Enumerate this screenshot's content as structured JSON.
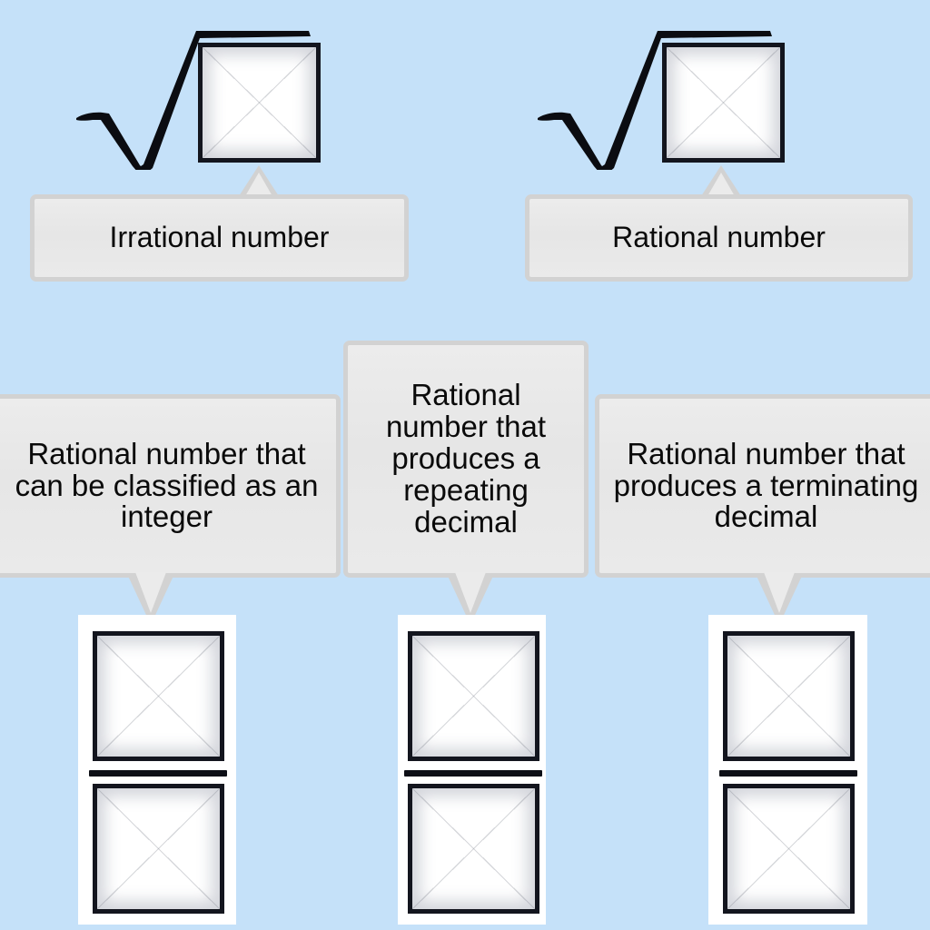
{
  "page": {
    "title": "Number Classification Worksheet",
    "background_color": "#c5e1f9",
    "bubble_fill_color": "#eaeaea",
    "bubble_border_color": "#d2d2d2",
    "box_border_color": "#13151e",
    "box_fill_color": "#ffffff",
    "text_color": "#0a0a0a"
  },
  "top_row": {
    "items": [
      {
        "symbol": "square-root-radical",
        "placeholder": "empty-answer-box",
        "label": "Irrational number"
      },
      {
        "symbol": "square-root-radical",
        "placeholder": "empty-answer-box",
        "label": "Rational number"
      }
    ]
  },
  "bottom_row": {
    "items": [
      {
        "label": "Rational number that can be classified as an integer",
        "expression": "fraction-template",
        "numerator": "empty-answer-box",
        "denominator": "empty-answer-box"
      },
      {
        "label": "Rational number that produces a repeating decimal",
        "expression": "fraction-template",
        "numerator": "empty-answer-box",
        "denominator": "empty-answer-box"
      },
      {
        "label": "Rational number that produces a terminating decimal",
        "expression": "fraction-template",
        "numerator": "empty-answer-box",
        "denominator": "empty-answer-box"
      }
    ]
  }
}
